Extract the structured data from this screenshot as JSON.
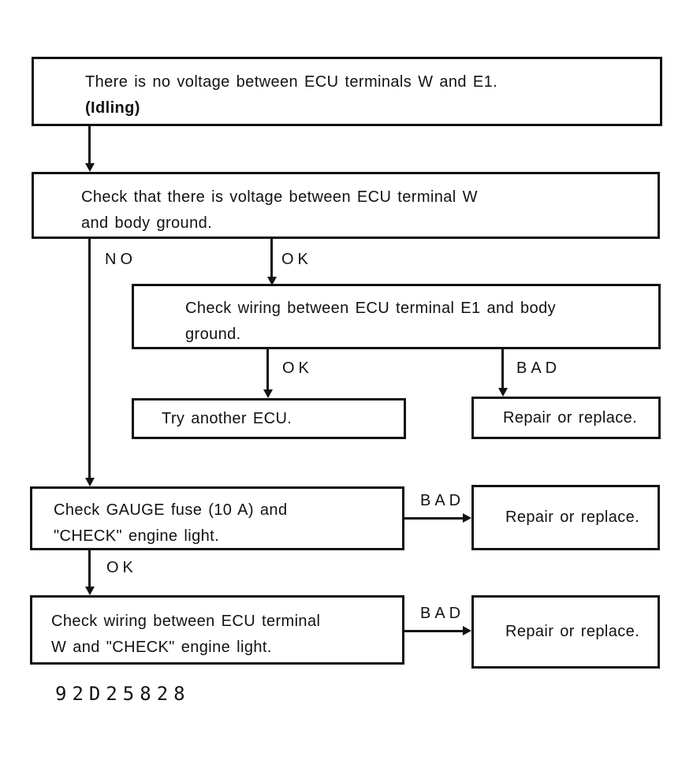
{
  "diagram": {
    "boxes": {
      "start": {
        "line1": "There is no voltage between ECU terminals W and E1.",
        "line2": "(Idling)"
      },
      "check_voltage_w": {
        "line1": "Check that there is voltage between ECU terminal W",
        "line2": "and body ground."
      },
      "check_wiring_e1": {
        "line1": "Check wiring between ECU terminal E1 and body",
        "line2": "ground."
      },
      "try_another_ecu": {
        "label": "Try another ECU."
      },
      "repair_1": {
        "label": "Repair or replace."
      },
      "check_gauge_fuse": {
        "line1": "Check GAUGE fuse (10 A) and",
        "line2": "\"CHECK\" engine light."
      },
      "repair_2": {
        "label": "Repair or replace."
      },
      "check_wiring_w": {
        "line1": "Check wiring between ECU terminal",
        "line2": "W and \"CHECK\" engine light."
      },
      "repair_3": {
        "label": "Repair or replace."
      }
    },
    "branch_labels": {
      "no_1": "NO",
      "ok_1": "OK",
      "ok_2": "OK",
      "bad_1": "BAD",
      "bad_2": "BAD",
      "ok_3": "OK",
      "bad_3": "BAD"
    },
    "figure_code": "92D25828",
    "colors": {
      "ink": "#121212",
      "background": "#ffffff"
    }
  }
}
